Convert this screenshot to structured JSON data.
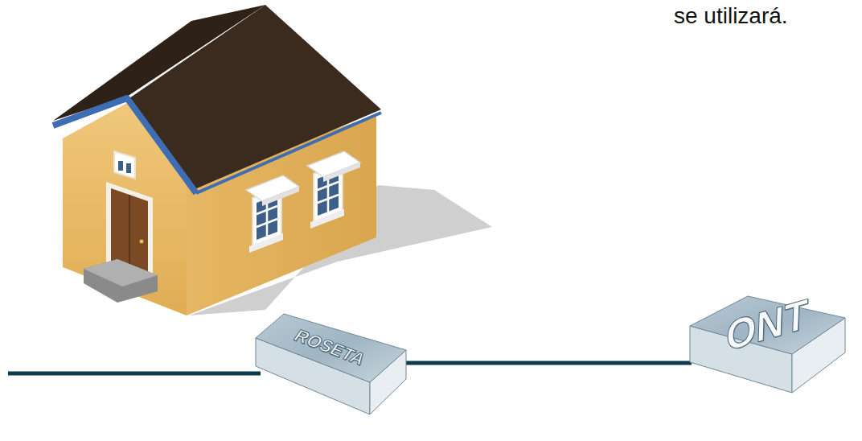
{
  "diagram": {
    "nodes": [
      {
        "text": [
          "ROSETA"
        ]
      },
      {
        "text": [
          "ONT"
        ]
      }
    ],
    "edges": [
      {
        "from": 0,
        "to": 1,
        "arrow": "none"
      }
    ],
    "labels": [
      "se utilizará."
    ]
  }
}
